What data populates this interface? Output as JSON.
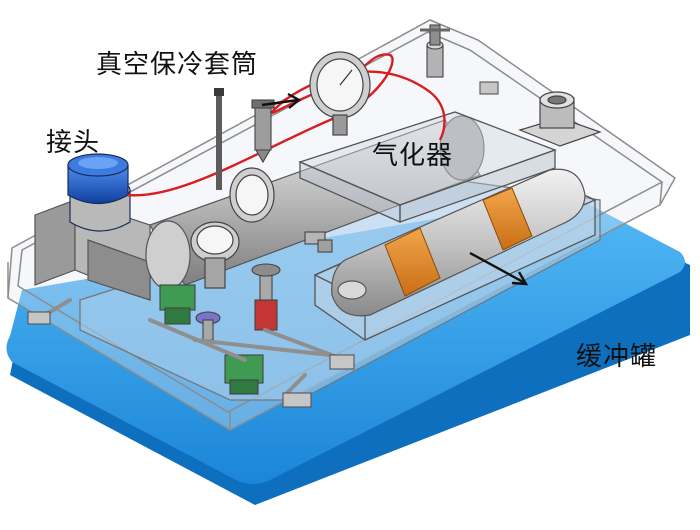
{
  "labels": {
    "vacuum_jacket": "真空保冷套筒",
    "connector": "接头",
    "vaporizer": "气化器",
    "buffer_tank": "缓冲罐"
  },
  "colors": {
    "base_plate": "#1e90e0",
    "orange_band": "#e08a2a",
    "red_pipe": "#d81e1e",
    "green_valve": "#3f9a52",
    "blue_cap": "#1a5ed0"
  }
}
